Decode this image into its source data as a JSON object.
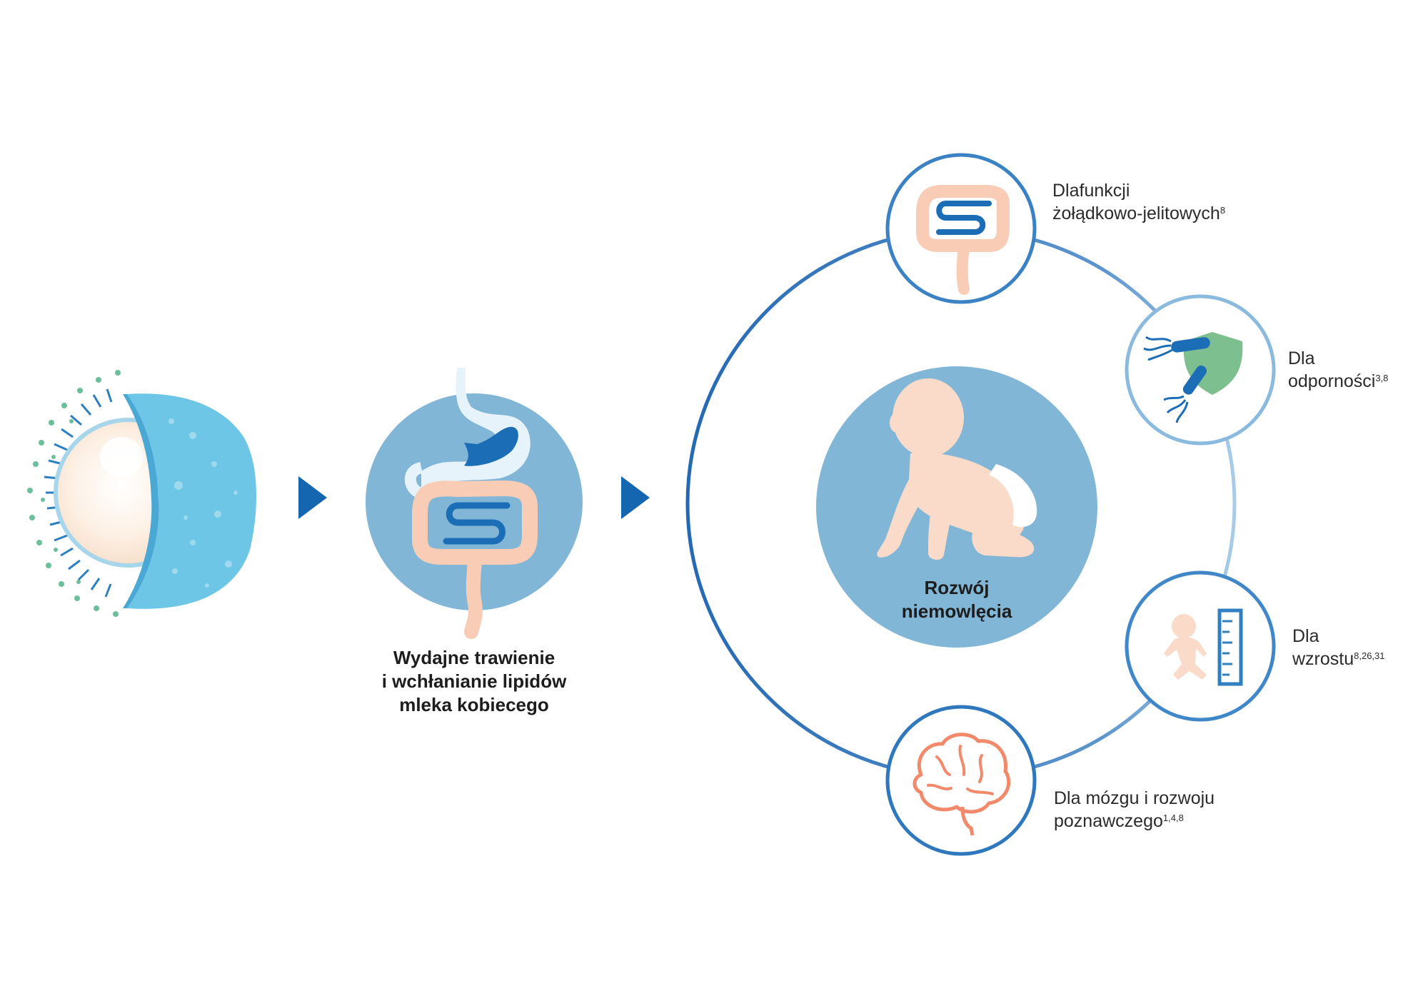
{
  "colors": {
    "primary_blue": "#1b6db5",
    "arrow_blue": "#1466b1",
    "circle_fill": "#82b6d7",
    "ring_blue": "#2f78bd",
    "ring_light": "#9cc5e3",
    "skin": "#fadbc9",
    "globule_blue": "#6ec6e6",
    "shield_green": "#7dbf8e",
    "brain_orange": "#f2896b"
  },
  "steps": {
    "digestion": {
      "label_lines": [
        "Wydajne trawienie",
        "i wchłanianie lipidów",
        "mleka kobiecego"
      ],
      "icon": "digestive-system-icon"
    },
    "development": {
      "label_lines": [
        "Rozwój",
        "niemowlęcia"
      ],
      "icon": "crawling-baby-icon"
    }
  },
  "benefits": [
    {
      "id": "gi",
      "lines": [
        "Dlafunkcji",
        "żołądkowo-jelitowych"
      ],
      "sup": "8",
      "icon": "intestine-icon"
    },
    {
      "id": "immunity",
      "lines": [
        "Dla",
        "odporności"
      ],
      "sup": "3,8",
      "icon": "shield-bacteria-icon"
    },
    {
      "id": "growth",
      "lines": [
        "Dla",
        "wzrostu"
      ],
      "sup": "8,26,31",
      "icon": "baby-ruler-icon"
    },
    {
      "id": "brain",
      "lines": [
        "Dla mózgu i rozwoju",
        "poznawczego"
      ],
      "sup": "1,4,8",
      "icon": "brain-icon"
    }
  ]
}
